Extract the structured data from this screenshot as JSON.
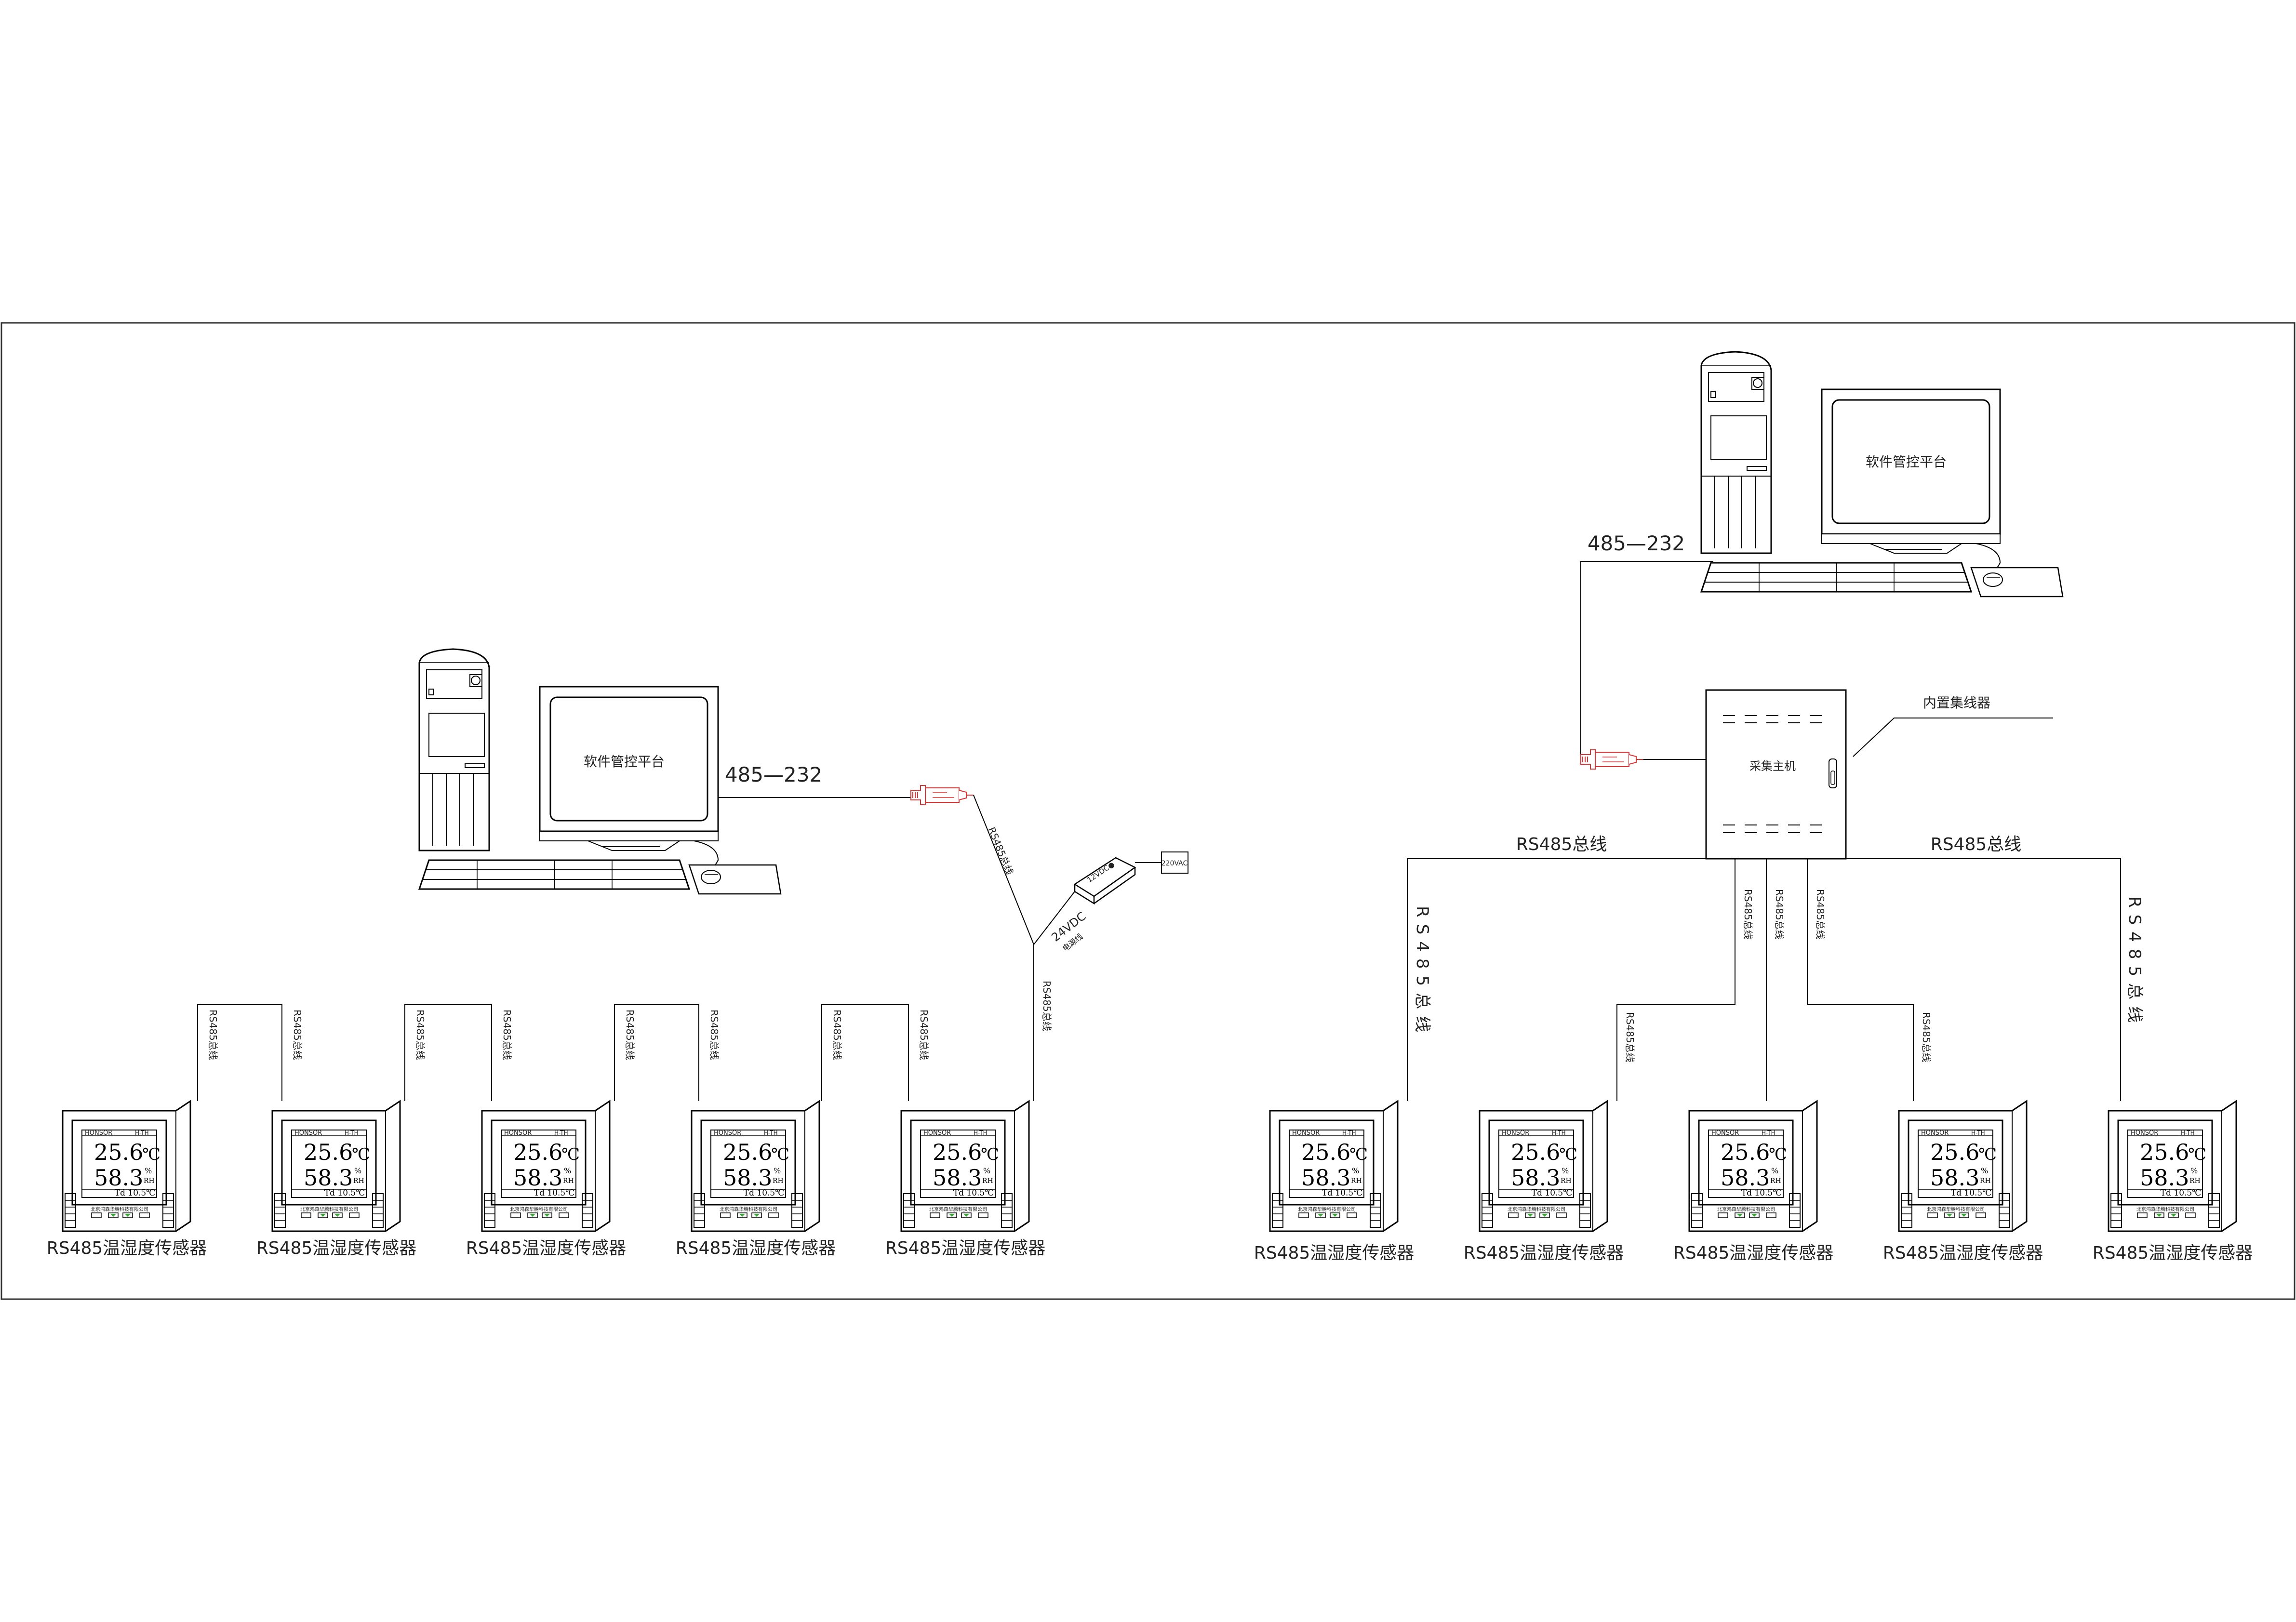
{
  "left": {
    "pc_screen_label": "软件管控平台",
    "link_label": "485—232",
    "cable_label": "RS485总线",
    "power_out_label": "24VDC",
    "power_out_sub": "电源线",
    "adapter_label": "12VDC●",
    "mains_label": "220VAC",
    "bus_label": "RS485总线",
    "sensor_caption": "RS485温湿度传感器"
  },
  "right": {
    "pc_screen_label": "软件管控平台",
    "link_label": "485—232",
    "host_label": "采集主机",
    "hub_label": "内置集线器",
    "bus_left_label": "RS485总线",
    "bus_right_label": "RS485总线",
    "bus_label": "RS485总线",
    "sensor_caption": "RS485温湿度传感器"
  },
  "sensor": {
    "brand": "HONSOR",
    "model": "H-TH",
    "temperature": "25.6",
    "temp_unit": "℃",
    "humidity": "58.3",
    "hum_unit_top": "%",
    "hum_unit_bottom": "RH",
    "dew_point": "Td 10.5℃",
    "company": "北京鸿森华腾科技有限公司"
  }
}
